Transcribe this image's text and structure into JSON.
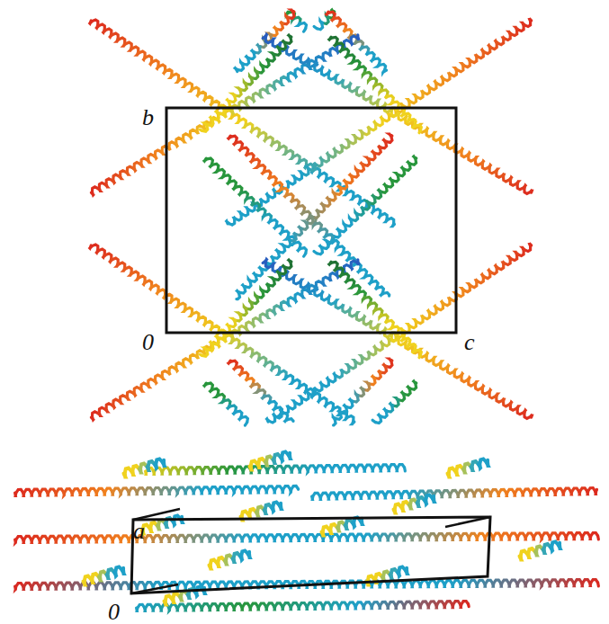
{
  "diagram": {
    "labels": [
      "b",
      "0",
      "c",
      "a",
      "0"
    ]
  }
}
